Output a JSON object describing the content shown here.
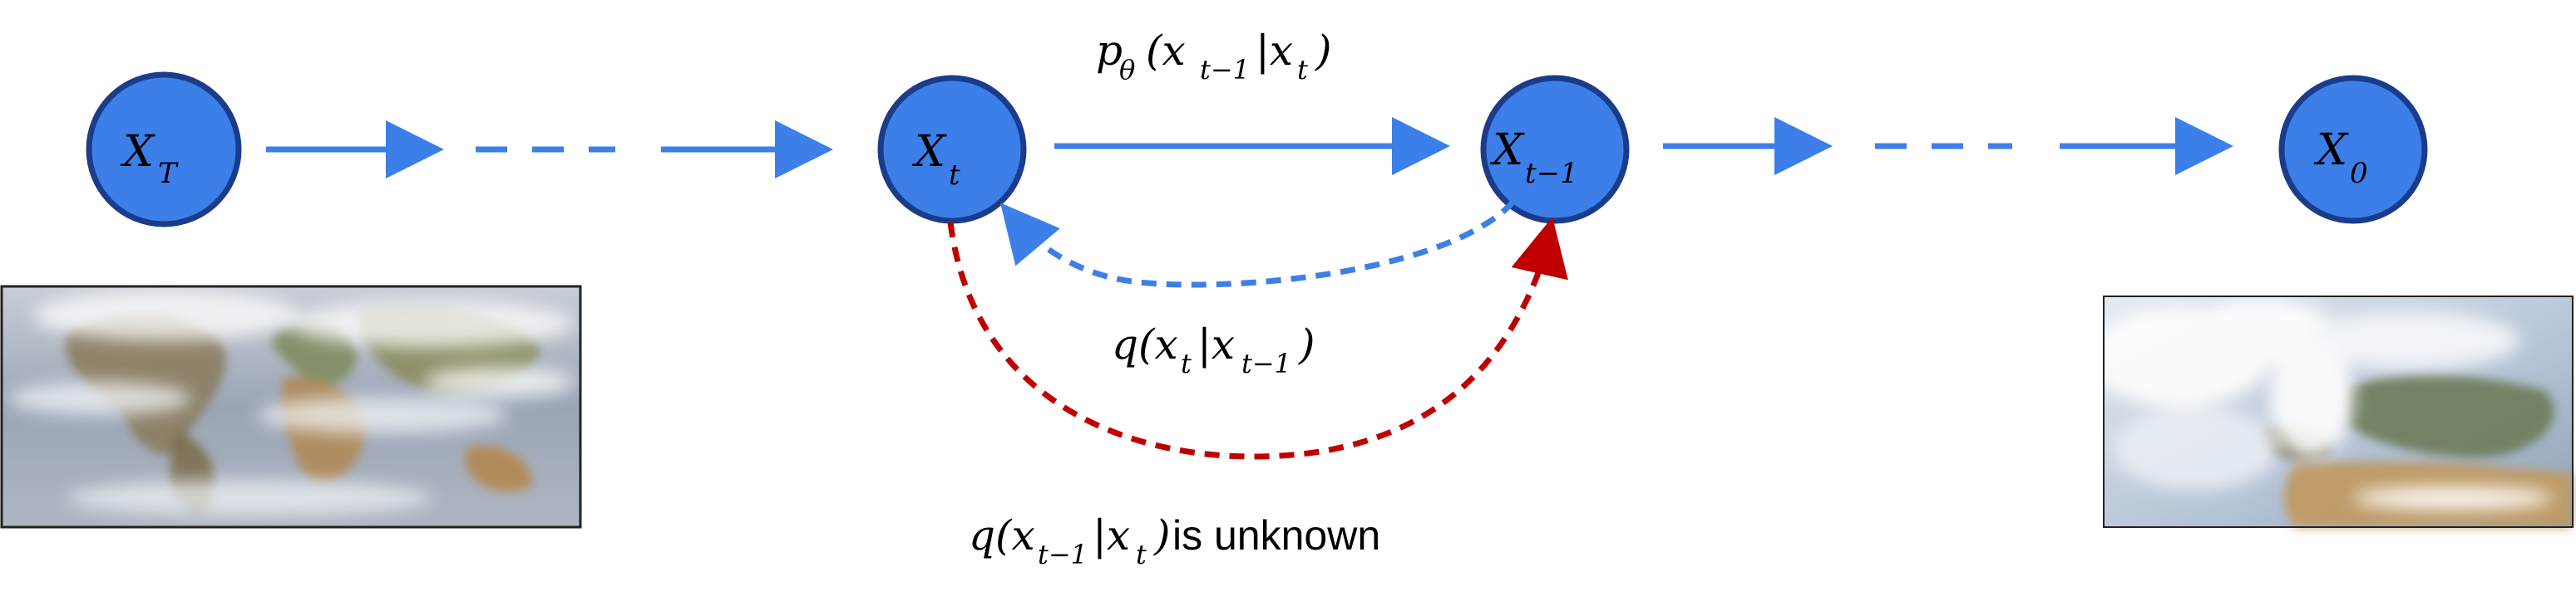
{
  "nodes": {
    "xT": {
      "main": "X",
      "sub": "T"
    },
    "xt": {
      "main": "X",
      "sub": "t"
    },
    "xt1": {
      "main": "X",
      "sub": "t−1"
    },
    "x0": {
      "main": "X",
      "sub": "0"
    }
  },
  "labels": {
    "reverse": {
      "a": "p",
      "theta": "θ",
      "b": "(x",
      "c": "t−1",
      "d": "|x",
      "e": "t",
      "f": ")"
    },
    "forward": {
      "a": "q(x",
      "b": "t",
      "c": "|x",
      "d": "t−1",
      "e": ")"
    },
    "unknown": {
      "a": "q(x",
      "b": "t−1",
      "c": "|x",
      "d": "t",
      "e": ")",
      "text": " is unknown"
    }
  },
  "colors": {
    "node_fill": "#3d7fe9",
    "node_stroke": "#1a3c8a",
    "blue_arrow": "#3d7fe9",
    "red_arrow": "#c00000"
  },
  "images": {
    "left": "world-weather-map",
    "right": "europe-weather-map"
  }
}
